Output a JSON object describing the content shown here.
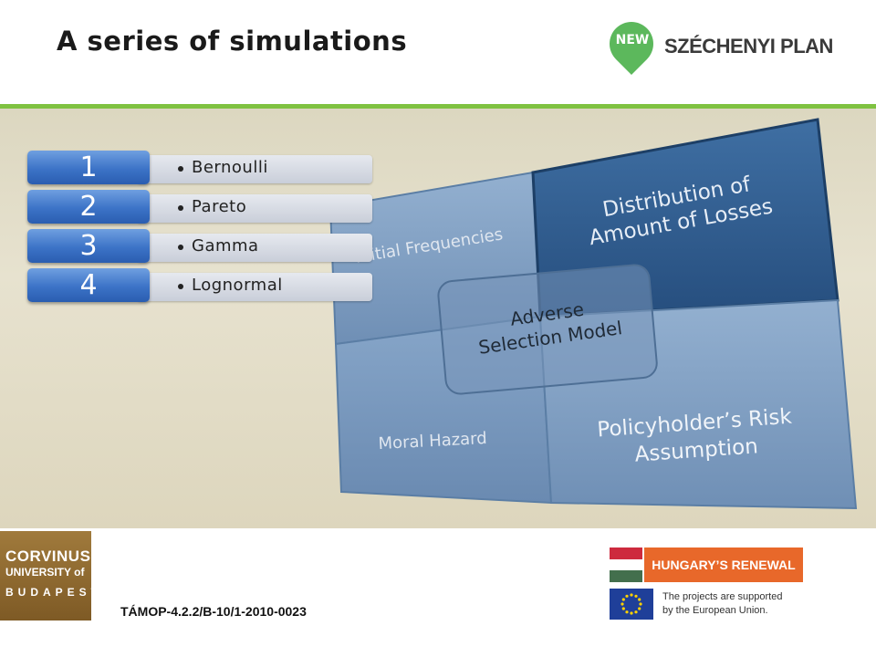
{
  "title": "A series of simulations",
  "logo": {
    "pin": "NEW",
    "brand": "SZÉCHENYI PLAN"
  },
  "list": {
    "items": [
      {
        "num": "1",
        "label": "Bernoulli"
      },
      {
        "num": "2",
        "label": "Pareto"
      },
      {
        "num": "3",
        "label": "Gamma"
      },
      {
        "num": "4",
        "label": "Lognormal"
      }
    ]
  },
  "matrix": {
    "top_left": "Initial Frequencies",
    "top_right": [
      "Distribution of",
      "Amount of Losses"
    ],
    "bottom_left": "Moral Hazard",
    "bottom_right": [
      "Policyholder’s Risk",
      "Assumption"
    ],
    "center": [
      "Adverse",
      "Selection Model"
    ]
  },
  "footer": {
    "corvinus": {
      "line1": "CORVINUS",
      "line2": "UNIVERSITY of",
      "line3": "BUDAPEST"
    },
    "project_code": "TÁMOP-4.2.2/B-10/1-2010-0023",
    "renewal": "HUNGARY’S RENEWAL",
    "eu": {
      "line1": "The projects are supported",
      "line2": "by the European Union."
    }
  },
  "colors": {
    "accent_green": "#7fc241",
    "num_blue": "#3c73c7",
    "matrix_dark": "#2f5a8a",
    "matrix_light": "#7d9cbf",
    "flag_red": "#cd2a3e",
    "flag_green": "#436f4d",
    "renewal_orange": "#e8682a",
    "eu_blue": "#1f3f99"
  }
}
